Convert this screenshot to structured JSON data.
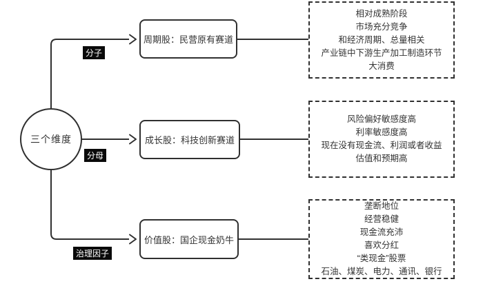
{
  "diagram": {
    "background_color": "#ffffff",
    "line_color": "#2f2f2f",
    "text_color": "#333333",
    "edge_label_bg": "#0a0a0a",
    "edge_label_fg": "#ffffff",
    "root": {
      "label": "三个维度"
    },
    "branches": [
      {
        "edge_label": "分子",
        "node_label": "周期股：民营原有赛道",
        "traits": [
          "相对成熟阶段",
          "市场充分竞争",
          "和经济周期、总量相关",
          "产业链中下游生产加工制造环节",
          "大消费"
        ]
      },
      {
        "edge_label": "分母",
        "node_label": "成长股：科技创新赛道",
        "traits": [
          "风险偏好敏感度高",
          "利率敏感度高",
          "现在没有现金流、利润或者收益",
          "估值和预期高"
        ]
      },
      {
        "edge_label": "治理因子",
        "node_label": "价值股：国企现金奶牛",
        "traits": [
          "垄断地位",
          "经营稳健",
          "现金流充沛",
          "喜欢分红",
          "“类现金”股票",
          "石油、煤炭、电力、通讯、银行"
        ]
      }
    ]
  }
}
